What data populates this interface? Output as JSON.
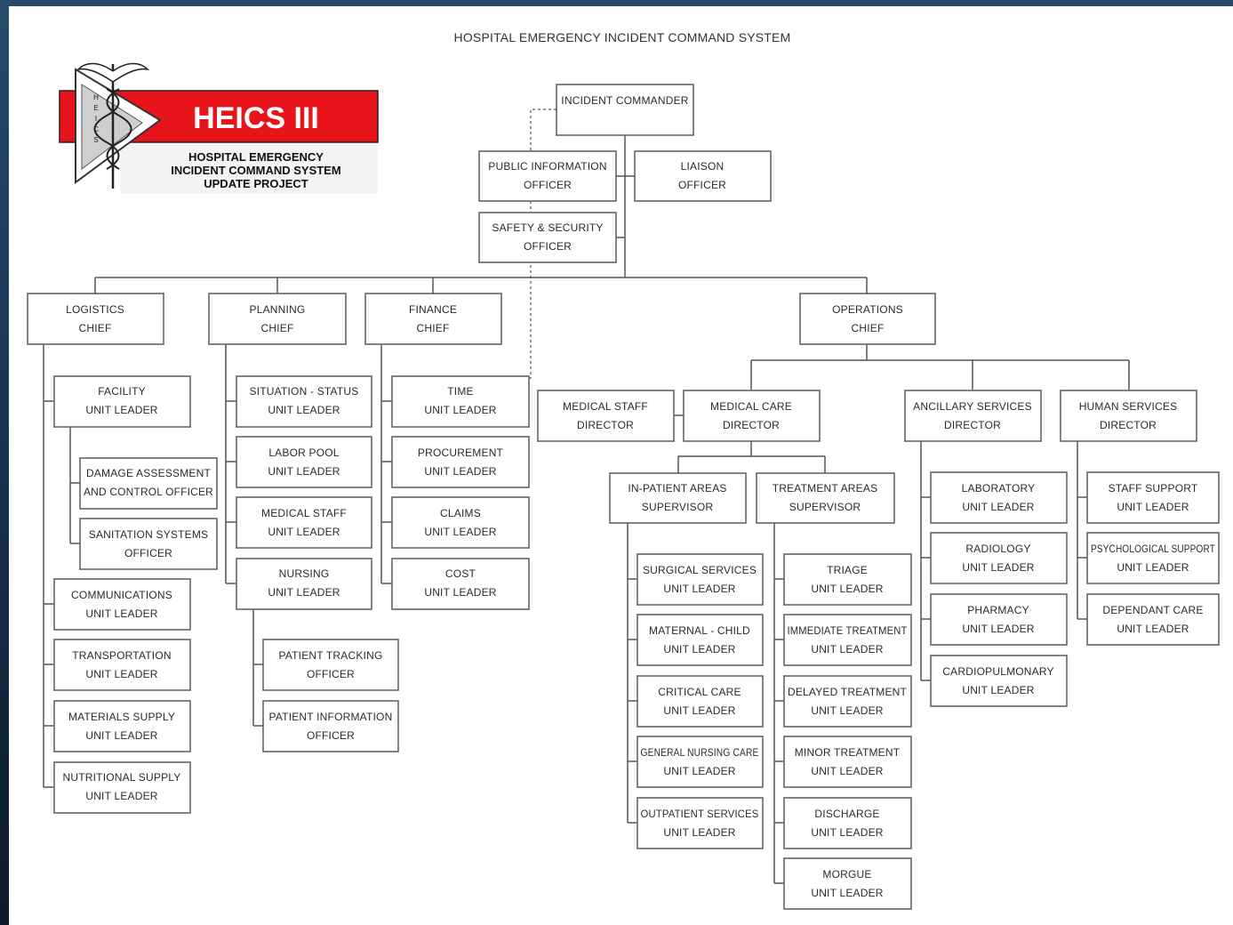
{
  "title": "HOSPITAL EMERGENCY INCIDENT COMMAND SYSTEM",
  "logo": {
    "name": "HEICS III",
    "subtitle": [
      "HOSPITAL EMERGENCY",
      "INCIDENT COMMAND SYSTEM",
      "UPDATE PROJECT"
    ],
    "side_letters": "HEICS",
    "red": "#e8141b"
  },
  "boxes": {
    "ic": [
      "INCIDENT COMMANDER"
    ],
    "pio": [
      "PUBLIC INFORMATION",
      "OFFICER"
    ],
    "liaison": [
      "LIAISON",
      "OFFICER"
    ],
    "safety": [
      "SAFETY & SECURITY",
      "OFFICER"
    ],
    "logistics": [
      "LOGISTICS",
      "CHIEF"
    ],
    "planning": [
      "PLANNING",
      "CHIEF"
    ],
    "finance": [
      "FINANCE",
      "CHIEF"
    ],
    "operations": [
      "OPERATIONS",
      "CHIEF"
    ],
    "facility": [
      "FACILITY",
      "UNIT LEADER"
    ],
    "damage": [
      "DAMAGE ASSESSMENT",
      "AND CONTROL OFFICER"
    ],
    "sanitation": [
      "SANITATION SYSTEMS",
      "OFFICER"
    ],
    "communications": [
      "COMMUNICATIONS",
      "UNIT LEADER"
    ],
    "transportation": [
      "TRANSPORTATION",
      "UNIT LEADER"
    ],
    "materials": [
      "MATERIALS SUPPLY",
      "UNIT LEADER"
    ],
    "nutritional": [
      "NUTRITIONAL SUPPLY",
      "UNIT LEADER"
    ],
    "situation": [
      "SITUATION - STATUS",
      "UNIT LEADER"
    ],
    "laborpool": [
      "LABOR POOL",
      "UNIT LEADER"
    ],
    "medstaff_unit": [
      "MEDICAL STAFF",
      "UNIT LEADER"
    ],
    "nursing": [
      "NURSING",
      "UNIT LEADER"
    ],
    "patient_tracking": [
      "PATIENT TRACKING",
      "OFFICER"
    ],
    "patient_info": [
      "PATIENT INFORMATION",
      "OFFICER"
    ],
    "time": [
      "TIME",
      "UNIT LEADER"
    ],
    "procurement": [
      "PROCUREMENT",
      "UNIT LEADER"
    ],
    "claims": [
      "CLAIMS",
      "UNIT LEADER"
    ],
    "cost": [
      "COST",
      "UNIT LEADER"
    ],
    "medstaff_dir": [
      "MEDICAL STAFF",
      "DIRECTOR"
    ],
    "medcare_dir": [
      "MEDICAL CARE",
      "DIRECTOR"
    ],
    "ancillary_dir": [
      "ANCILLARY SERVICES",
      "DIRECTOR"
    ],
    "human_dir": [
      "HUMAN SERVICES",
      "DIRECTOR"
    ],
    "inpatient_sup": [
      "IN-PATIENT AREAS",
      "SUPERVISOR"
    ],
    "treatment_sup": [
      "TREATMENT AREAS",
      "SUPERVISOR"
    ],
    "surgical": [
      "SURGICAL SERVICES",
      "UNIT LEADER"
    ],
    "maternal": [
      "MATERNAL - CHILD",
      "UNIT LEADER"
    ],
    "critical": [
      "CRITICAL CARE",
      "UNIT LEADER"
    ],
    "gen_nursing": [
      "GENERAL NURSING CARE",
      "UNIT LEADER"
    ],
    "outpatient": [
      "OUTPATIENT SERVICES",
      "UNIT LEADER"
    ],
    "triage": [
      "TRIAGE",
      "UNIT LEADER"
    ],
    "immediate": [
      "IMMEDIATE TREATMENT",
      "UNIT LEADER"
    ],
    "delayed": [
      "DELAYED TREATMENT",
      "UNIT LEADER"
    ],
    "minor": [
      "MINOR TREATMENT",
      "UNIT LEADER"
    ],
    "discharge": [
      "DISCHARGE",
      "UNIT LEADER"
    ],
    "morgue": [
      "MORGUE",
      "UNIT LEADER"
    ],
    "laboratory": [
      "LABORATORY",
      "UNIT LEADER"
    ],
    "radiology": [
      "RADIOLOGY",
      "UNIT LEADER"
    ],
    "pharmacy": [
      "PHARMACY",
      "UNIT LEADER"
    ],
    "cardio": [
      "CARDIOPULMONARY",
      "UNIT LEADER"
    ],
    "staff_support": [
      "STAFF SUPPORT",
      "UNIT LEADER"
    ],
    "psych": [
      "PSYCHOLOGICAL SUPPORT",
      "UNIT LEADER"
    ],
    "dependant": [
      "DEPENDANT CARE",
      "UNIT LEADER"
    ]
  }
}
